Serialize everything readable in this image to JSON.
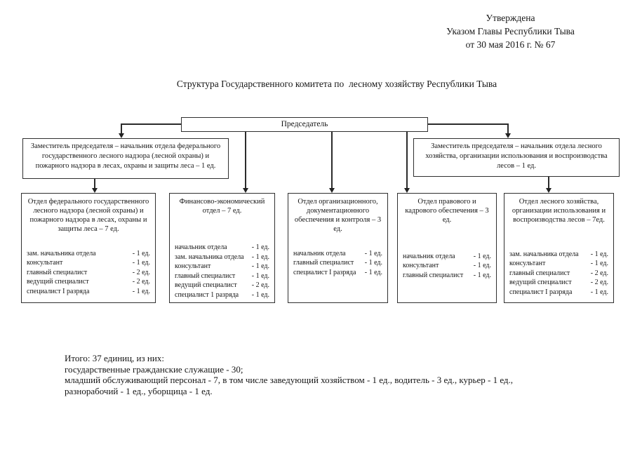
{
  "approval": {
    "line1": "Утверждена",
    "line2": "Указом Главы Республики Тыва",
    "line3": "от 30 мая 2016 г. № 67"
  },
  "title": "Структура Государственного комитета по  лесному хозяйству Республики Тыва",
  "chairman": {
    "label": "Председатель"
  },
  "deputies": [
    {
      "text": "Заместитель председателя – начальник отдела федерального государственного лесного надзора (лесной охраны) и пожарного надзора в лесах, охраны и защиты леса – 1 ед."
    },
    {
      "text": "Заместитель председателя – начальник   отдела лесного хозяйства, организации использования и воспроизводства лесов – 1 ед."
    }
  ],
  "departments": [
    {
      "title": "Отдел федерального государственного  лесного надзора (лесной охраны) и пожарного надзора в лесах, охраны и защиты леса – 7 ед.",
      "staff": [
        {
          "position": "зам. начальника отдела",
          "count": "- 1 ед."
        },
        {
          "position": "консультант",
          "count": "- 1 ед."
        },
        {
          "position": "главный специалист",
          "count": "- 2 ед."
        },
        {
          "position": "ведущий специалист",
          "count": "- 2 ед."
        },
        {
          "position": "специалист I разряда",
          "count": "- 1 ед."
        }
      ]
    },
    {
      "title": "Финансово-экономический отдел – 7 ед.",
      "staff": [
        {
          "position": "начальник отдела",
          "count": "- 1 ед."
        },
        {
          "position": "зам. начальника отдела",
          "count": "- 1 ед."
        },
        {
          "position": "консультант",
          "count": "- 1 ед."
        },
        {
          "position": "главный специалист",
          "count": "- 1 ед."
        },
        {
          "position": "ведущий специалист",
          "count": "- 2 ед."
        },
        {
          "position": "специалист 1 разряда",
          "count": "- 1 ед."
        }
      ]
    },
    {
      "title": "Отдел организационного, документационного обеспечения и контроля – 3 ед.",
      "staff": [
        {
          "position": "начальник отдела",
          "count": "- 1 ед."
        },
        {
          "position": "главный специалист",
          "count": "- 1 ед."
        },
        {
          "position": "специалист I разряда",
          "count": "- 1 ед."
        }
      ]
    },
    {
      "title": "Отдел правового и кадрового обеспечения – 3 ед.",
      "staff": [
        {
          "position": "начальник отдела",
          "count": "- 1 ед."
        },
        {
          "position": "консультант",
          "count": "- 1 ед."
        },
        {
          "position": "главный специалист",
          "count": "- 1 ед."
        }
      ]
    },
    {
      "title": "Отдел лесного хозяйства, организации использования и воспроизводства лесов – 7ед.",
      "staff": [
        {
          "position": "зам. начальника отдела",
          "count": "- 1 ед."
        },
        {
          "position": "консультант",
          "count": "- 1 ед."
        },
        {
          "position": "главный  специалист",
          "count": "- 2 ед."
        },
        {
          "position": "ведущий специалист",
          "count": "- 2 ед."
        },
        {
          "position": "специалист I разряда",
          "count": "- 1 ед."
        }
      ]
    }
  ],
  "summary": {
    "line1": "Итого: 37 единиц, из них:",
    "line2": "государственные гражданские служащие - 30;",
    "line3": "младший обслуживающий персонал - 7, в том числе заведующий хозяйством - 1 ед., водитель - 3 ед., курьер - 1 ед.,",
    "line4": "разнорабочий - 1 ед., уборщица - 1 ед."
  }
}
